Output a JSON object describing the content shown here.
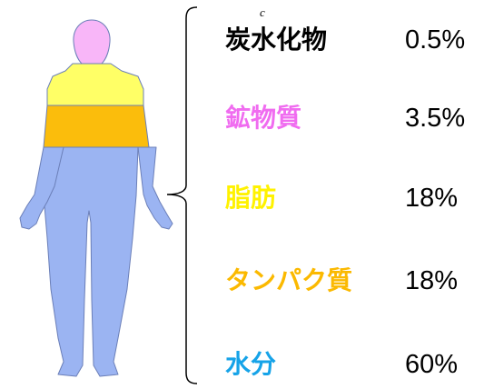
{
  "diagram": {
    "marker": "c",
    "components": [
      {
        "name": "炭水化物",
        "value": "0.5%",
        "color": "#000000",
        "figure_fill": "#f8b6f8"
      },
      {
        "name": "鉱物質",
        "value": "3.5%",
        "color": "#f06cf0",
        "figure_fill": "#f8b6f8"
      },
      {
        "name": "脂肪",
        "value": "18%",
        "color": "#fff200",
        "figure_fill": "#ffff66"
      },
      {
        "name": "タンパク質",
        "value": "18%",
        "color": "#fbb900",
        "figure_fill": "#fbbd0c"
      },
      {
        "name": "水分",
        "value": "60%",
        "color": "#16a3e8",
        "figure_fill": "#9bb4f2"
      }
    ]
  }
}
